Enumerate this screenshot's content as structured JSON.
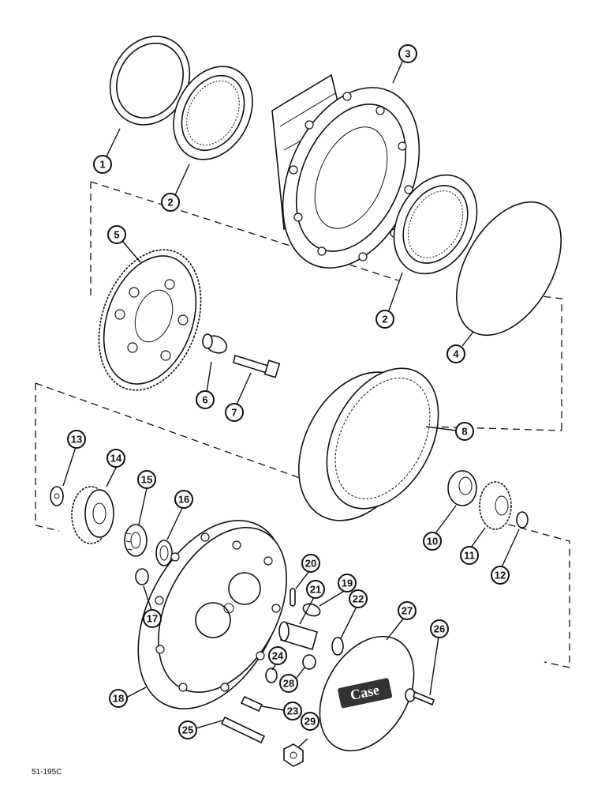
{
  "figure": {
    "code": "51-195C"
  },
  "callouts": [
    "1",
    "2",
    "3",
    "2",
    "4",
    "5",
    "6",
    "7",
    "8",
    "13",
    "14",
    "15",
    "16",
    "10",
    "11",
    "12",
    "17",
    "18",
    "20",
    "19",
    "21",
    "22",
    "27",
    "26",
    "24",
    "28",
    "23",
    "25",
    "29"
  ],
  "logo_text": "Case"
}
